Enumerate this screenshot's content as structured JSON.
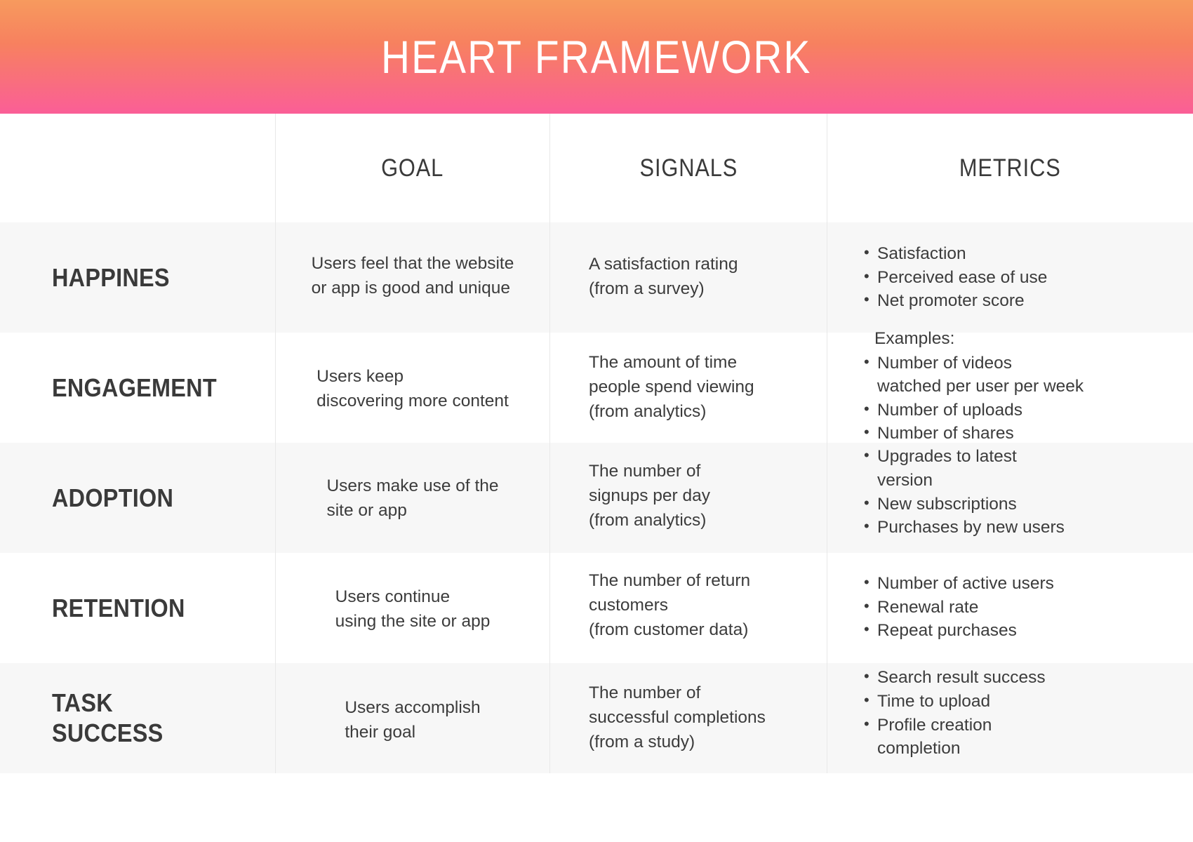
{
  "banner": {
    "title": "HEART FRAMEWORK",
    "gradient_from": "#F79A5E",
    "gradient_to": "#FA5E97"
  },
  "table": {
    "columns": [
      {
        "key": "dimension",
        "label": ""
      },
      {
        "key": "goal",
        "label": "GOAL"
      },
      {
        "key": "signals",
        "label": "SIGNALS"
      },
      {
        "key": "metrics",
        "label": "METRICS"
      }
    ],
    "rows": [
      {
        "dimension": "HAPPINES",
        "goal": "Users feel that the website\nor app is good and unique",
        "signals": "A satisfaction rating\n(from a survey)",
        "metrics_lead": "",
        "metrics": [
          "Satisfaction",
          "Perceived ease of use",
          "Net promoter score"
        ]
      },
      {
        "dimension": "ENGAGEMENT",
        "goal": "Users keep\ndiscovering more content",
        "signals": "The amount of time\npeople spend viewing\n(from analytics)",
        "metrics_lead": "Examples:",
        "metrics": [
          "Number of videos\nwatched per user per week",
          "Number of uploads",
          "Number of shares"
        ]
      },
      {
        "dimension": "ADOPTION",
        "goal": "Users make use of the\nsite or app",
        "signals": "The number of\nsignups per day\n(from analytics)",
        "metrics_lead": "",
        "metrics": [
          "Upgrades to latest\nversion",
          "New subscriptions",
          "Purchases by new users"
        ]
      },
      {
        "dimension": "RETENTION",
        "goal": "Users continue\nusing the site or app",
        "signals": "The number of return\ncustomers\n(from customer data)",
        "metrics_lead": "",
        "metrics": [
          "Number of active users",
          "Renewal rate",
          "Repeat purchases"
        ]
      },
      {
        "dimension": "TASK\nSUCCESS",
        "goal": "Users accomplish\ntheir goal",
        "signals": "The number of\nsuccessful completions\n(from a study)",
        "metrics_lead": "",
        "metrics": [
          "Search result success",
          "Time to upload",
          "Profile creation\ncompletion"
        ]
      }
    ]
  }
}
